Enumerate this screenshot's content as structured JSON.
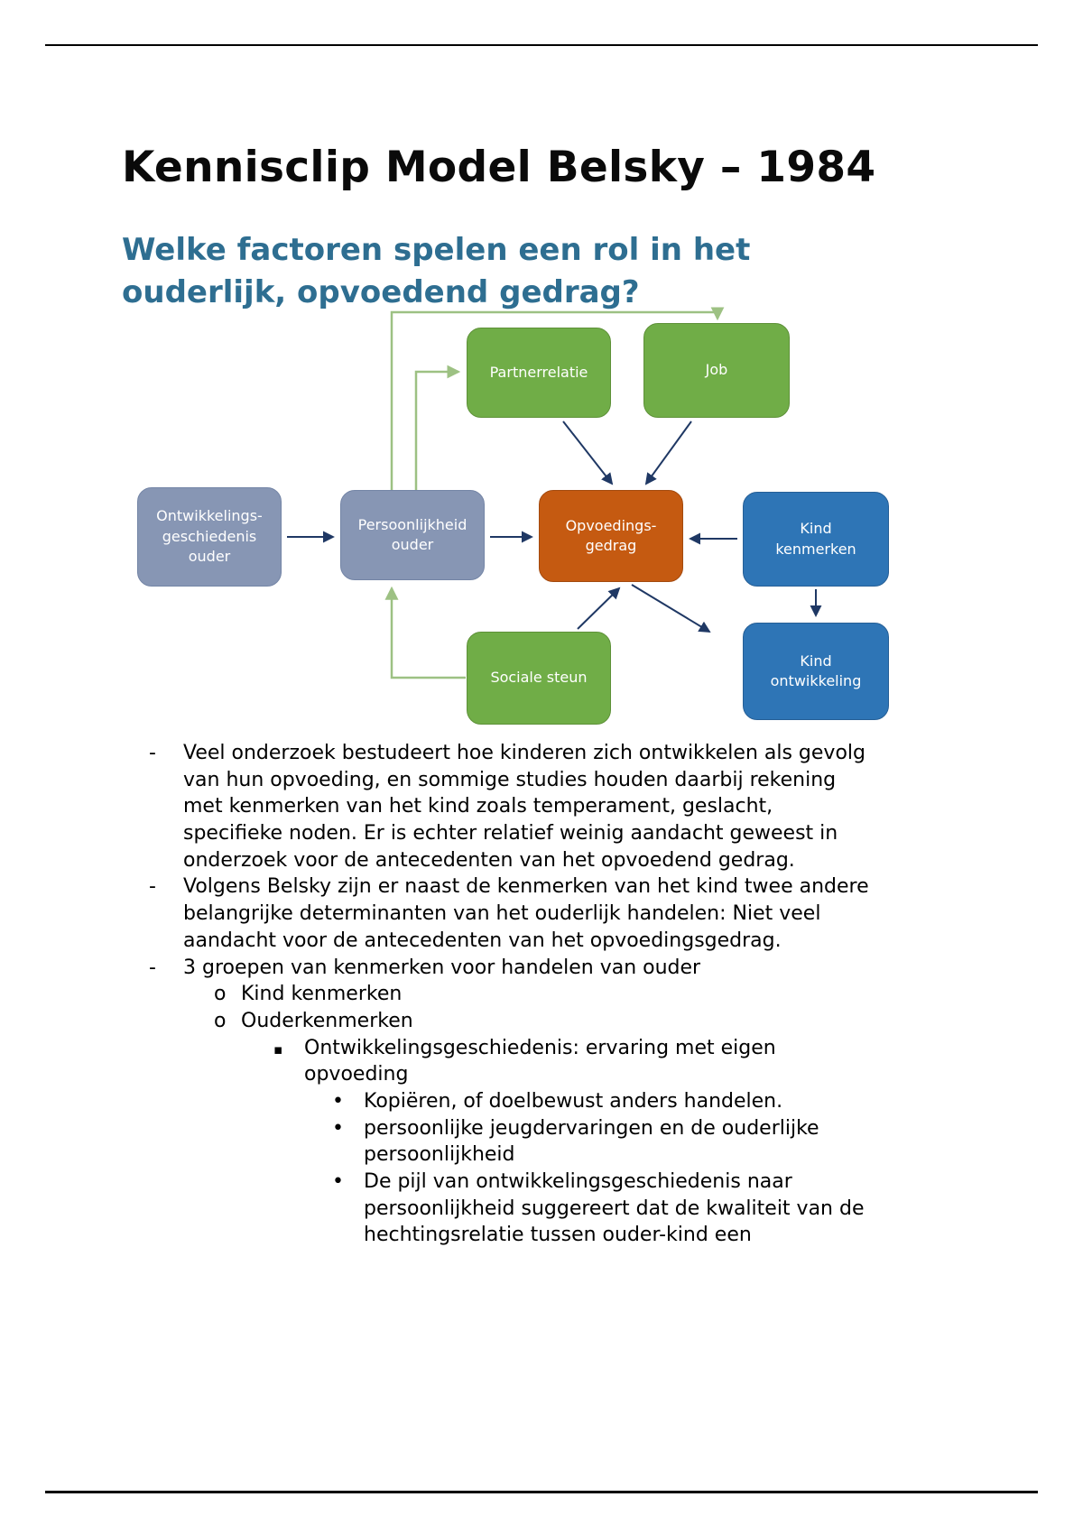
{
  "page": {
    "title": "Kennisclip Model Belsky – 1984",
    "subtitle": "Welke factoren spelen een rol in het\nouderlijk, opvoedend gedrag?"
  },
  "colors": {
    "subtitle_blue": "#2e6e91",
    "node_green": "#70AD47",
    "node_gray_blue": "#8796B4",
    "node_orange": "#C55A11",
    "node_blue": "#2E75B6",
    "arrow_navy": "#1F3864",
    "connector_green": "#9DC183"
  },
  "diagram": {
    "nodes": [
      {
        "id": "ontwikkelingsgeschiedenis-ouder",
        "label": "Ontwikkelings-\ngeschiedenis\nouder",
        "color": "gray_blue"
      },
      {
        "id": "persoonlijkheid-ouder",
        "label": "Persoonlijkheid\nouder",
        "color": "gray_blue"
      },
      {
        "id": "partnerrelatie",
        "label": "Partnerrelatie",
        "color": "green"
      },
      {
        "id": "job",
        "label": "Job",
        "color": "green"
      },
      {
        "id": "opvoedingsgedrag",
        "label": "Opvoedings-\ngedrag",
        "color": "orange"
      },
      {
        "id": "kind-kenmerken",
        "label": "Kind\nkenmerken",
        "color": "blue"
      },
      {
        "id": "sociale-steun",
        "label": "Sociale steun",
        "color": "green"
      },
      {
        "id": "kind-ontwikkeling",
        "label": "Kind\nontwikkeling",
        "color": "blue"
      }
    ],
    "edges": [
      {
        "from": "ontwikkelingsgeschiedenis-ouder",
        "to": "persoonlijkheid-ouder",
        "color": "navy"
      },
      {
        "from": "persoonlijkheid-ouder",
        "to": "opvoedingsgedrag",
        "color": "navy"
      },
      {
        "from": "partnerrelatie",
        "to": "opvoedingsgedrag",
        "color": "navy"
      },
      {
        "from": "job",
        "to": "opvoedingsgedrag",
        "color": "navy"
      },
      {
        "from": "kind-kenmerken",
        "to": "opvoedingsgedrag",
        "color": "navy"
      },
      {
        "from": "sociale-steun",
        "to": "opvoedingsgedrag",
        "color": "navy"
      },
      {
        "from": "opvoedingsgedrag",
        "to": "kind-ontwikkeling",
        "color": "navy"
      },
      {
        "from": "kind-kenmerken",
        "to": "kind-ontwikkeling",
        "color": "navy"
      },
      {
        "from": "persoonlijkheid-ouder",
        "to": "partnerrelatie",
        "color": "green"
      },
      {
        "from": "persoonlijkheid-ouder",
        "to": "job",
        "color": "green"
      },
      {
        "from": "sociale-steun",
        "to": "persoonlijkheid-ouder",
        "color": "green"
      }
    ]
  },
  "bullets": [
    {
      "level": 1,
      "marker": "-",
      "text": "Veel onderzoek bestudeert hoe kinderen zich ontwikkelen als gevolg van hun opvoeding, en sommige studies houden daarbij rekening met kenmerken van het kind zoals temperament, geslacht, specifieke noden. Er is echter relatief weinig aandacht geweest in onderzoek voor de antecedenten van het opvoedend gedrag."
    },
    {
      "level": 1,
      "marker": "-",
      "text": "Volgens Belsky zijn er naast de kenmerken van het kind twee andere belangrijke determinanten van het ouderlijk handelen: Niet veel aandacht voor de antecedenten van het opvoedingsgedrag."
    },
    {
      "level": 1,
      "marker": "-",
      "text": "3 groepen van kenmerken voor handelen van ouder"
    },
    {
      "level": 2,
      "marker": "o",
      "text": "Kind kenmerken"
    },
    {
      "level": 2,
      "marker": "o",
      "text": "Ouderkenmerken"
    },
    {
      "level": 3,
      "marker": "▪",
      "text": "Ontwikkelingsgeschiedenis: ervaring met eigen opvoeding"
    },
    {
      "level": 4,
      "marker": "•",
      "text": "Kopiëren, of doelbewust anders handelen."
    },
    {
      "level": 4,
      "marker": "•",
      "text": "persoonlijke jeugdervaringen en de ouderlijke persoonlijkheid"
    },
    {
      "level": 4,
      "marker": "•",
      "text": "De pijl van ontwikkelingsgeschiedenis naar persoonlijkheid suggereert dat de kwaliteit van de hechtingsrelatie tussen ouder-kind een"
    }
  ]
}
